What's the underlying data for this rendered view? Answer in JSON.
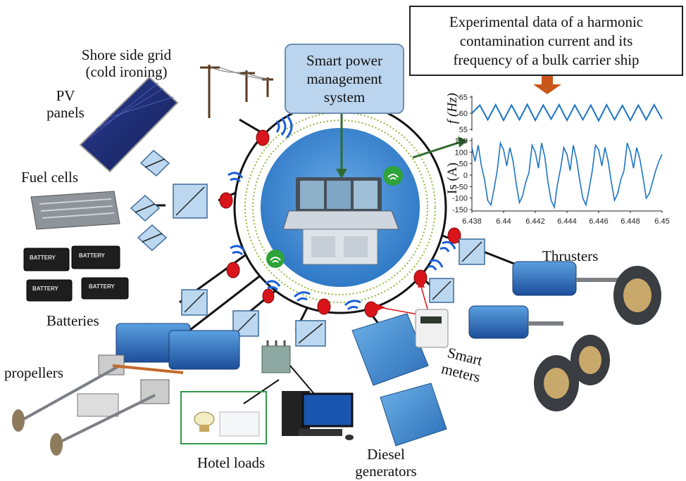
{
  "labels": {
    "shore": "Shore side grid\n(cold ironing)",
    "pv": "PV\npanels",
    "fuel_cells": "Fuel cells",
    "batteries": "Batteries",
    "propellers": "propellers",
    "hotel": "Hotel loads",
    "diesel": "Diesel\ngenerators",
    "smart_meters": "Smart\nmeters",
    "thrusters": "Thrusters",
    "pms": "Smart power\nmanagement\nsystem",
    "experimental": "Experimental data of a harmonic\ncontamination current and its\nfrequency of a bulk carrier ship",
    "battery_word": "BATTERY"
  },
  "colors": {
    "hub_fill": "#3f86d0",
    "converter_fill": "#bcd8f0",
    "node_red": "#d9151b",
    "wifi_blue": "#1c5fd9",
    "wifi_green": "#2ea33a",
    "arrow_orange": "#c8561a",
    "arrow_green": "#2f6b2f",
    "equipment_blue": "#2a63b8",
    "signal_line": "#1b74c4"
  },
  "chart_data": [
    {
      "type": "line",
      "ylabel": "f (Hz)",
      "xlim": [
        6.438,
        6.45
      ],
      "ylim": [
        55,
        65
      ],
      "yticks": [
        55,
        60,
        65
      ],
      "series": [
        {
          "x": [
            6.438,
            6.4385,
            6.439,
            6.4395,
            6.44,
            6.4405,
            6.441,
            6.4415,
            6.442,
            6.4425,
            6.443,
            6.4435,
            6.444,
            6.4445,
            6.445,
            6.4455,
            6.446,
            6.4465,
            6.447,
            6.4475,
            6.448,
            6.4485,
            6.449,
            6.4495,
            6.45
          ],
          "y": [
            60,
            62.5,
            58,
            62.6,
            57.8,
            62.5,
            58,
            62.7,
            57.8,
            62.5,
            58.2,
            62.6,
            57.8,
            62.5,
            58,
            62.5,
            57.7,
            62.6,
            58,
            62.4,
            57.8,
            62.5,
            58,
            62.6,
            58.2
          ]
        }
      ]
    },
    {
      "type": "line",
      "ylabel": "Is (A)",
      "xlim": [
        6.438,
        6.45
      ],
      "ylim": [
        -150,
        150
      ],
      "yticks": [
        -150,
        -100,
        -50,
        0,
        50,
        100,
        150
      ],
      "xticks": [
        "6.438",
        "6.44",
        "6.442",
        "6.444",
        "6.446",
        "6.448",
        "6.45"
      ],
      "series": [
        {
          "x": [
            6.438,
            6.4382,
            6.4384,
            6.4386,
            6.4388,
            6.439,
            6.4392,
            6.4394,
            6.4396,
            6.4398,
            6.44,
            6.4402,
            6.4404,
            6.4406,
            6.4408,
            6.441,
            6.4412,
            6.4414,
            6.4416,
            6.4418,
            6.442,
            6.4422,
            6.4424,
            6.4426,
            6.4428,
            6.443,
            6.4432,
            6.4434,
            6.4436,
            6.4438,
            6.444,
            6.4442,
            6.4444,
            6.4446,
            6.4448,
            6.445,
            6.4452,
            6.4454,
            6.4456,
            6.4458,
            6.446,
            6.4462,
            6.4464,
            6.4466,
            6.4468,
            6.447,
            6.4472,
            6.4474,
            6.4476,
            6.4478,
            6.448,
            6.4482,
            6.4484,
            6.4486,
            6.4488,
            6.449,
            6.4492,
            6.4494,
            6.4496,
            6.4498,
            6.45
          ],
          "y": [
            120,
            60,
            130,
            40,
            -20,
            -110,
            -130,
            -60,
            20,
            140,
            110,
            40,
            120,
            60,
            -40,
            -120,
            -90,
            -30,
            10,
            130,
            100,
            30,
            140,
            80,
            -30,
            -110,
            -140,
            -40,
            30,
            120,
            90,
            20,
            130,
            70,
            -20,
            -100,
            -130,
            -60,
            20,
            130,
            110,
            40,
            120,
            60,
            -30,
            -110,
            -80,
            -20,
            20,
            140,
            100,
            30,
            120,
            70,
            -10,
            -100,
            -80,
            -30,
            20,
            60,
            90
          ]
        }
      ]
    }
  ]
}
